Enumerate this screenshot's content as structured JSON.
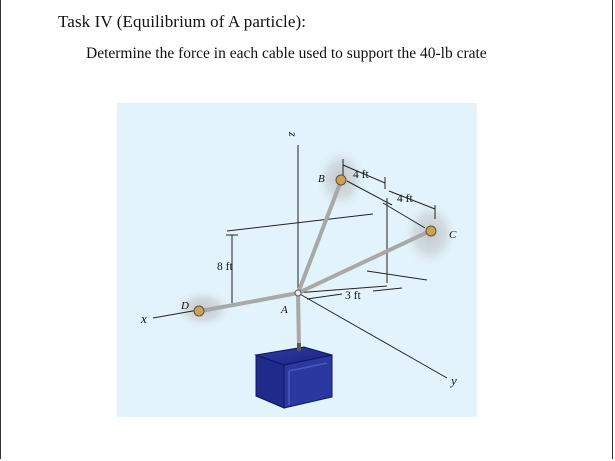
{
  "task": {
    "title": "Task IV (Equilibrium of A particle):",
    "statement": "Determine the force in each cable used to support the 40-lb crate"
  },
  "figure": {
    "axes": {
      "z": "z",
      "x": "x",
      "y": "y"
    },
    "points": {
      "A": "A",
      "B": "B",
      "C": "C",
      "D": "D"
    },
    "dimensions": {
      "bx": "4 ft",
      "by": "4 ft",
      "height": "8 ft",
      "ay": "3 ft"
    },
    "colors": {
      "background": "#e3f3fb",
      "crate": "#1f2a8a",
      "cable": "#a8a8a8",
      "line": "#222222"
    }
  }
}
